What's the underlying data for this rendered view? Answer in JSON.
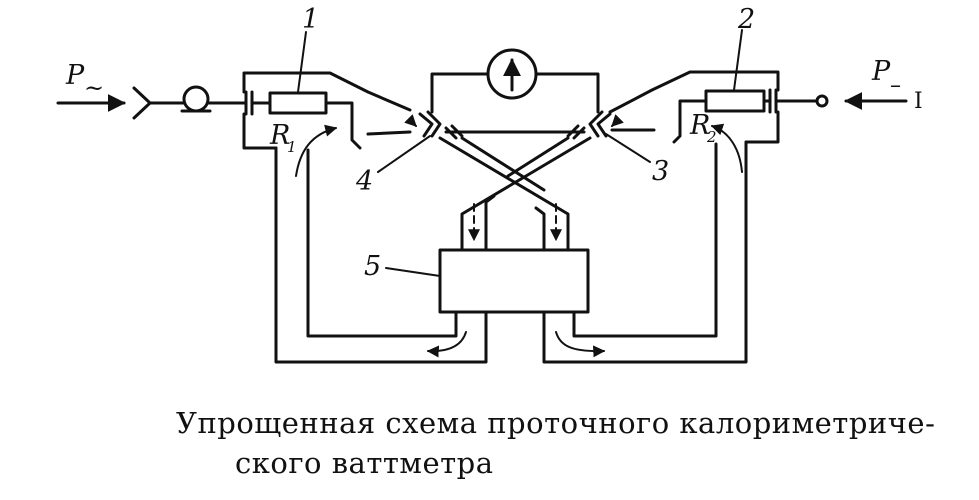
{
  "labels": {
    "p_ac": "P",
    "p_ac_sub": "~",
    "p_dc": "P",
    "p_dc_sub": "–",
    "dc_mark": "I",
    "n1": "1",
    "n2": "2",
    "n3": "3",
    "n4": "4",
    "n5": "5",
    "r1": "R",
    "r1_sub": "1",
    "r2": "R",
    "r2_sub": "2"
  },
  "caption": {
    "line1": "Упрощенная схема проточного калориметриче-",
    "line2": "ского ваттметра"
  }
}
